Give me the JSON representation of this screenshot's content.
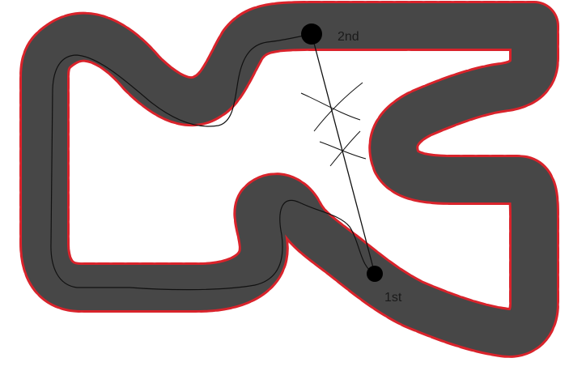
{
  "diagram": {
    "markers": [
      {
        "id": "first",
        "label": "1st"
      },
      {
        "id": "second",
        "label": "2nd"
      }
    ],
    "colors": {
      "asphalt": "#474747",
      "kerb": "#d9232b",
      "racing_line": "#111111",
      "background": "#ffffff",
      "marker": "#000000"
    }
  }
}
